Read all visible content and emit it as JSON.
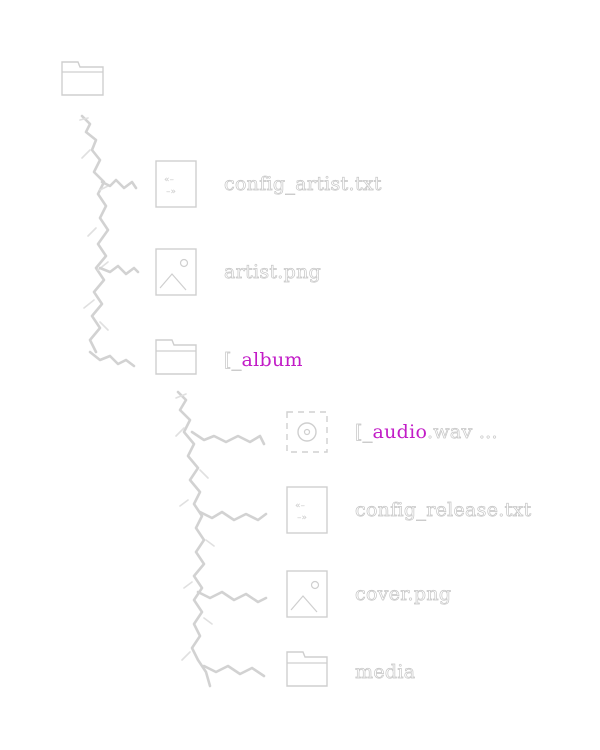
{
  "tree": {
    "root": {
      "icon": "folder-icon"
    },
    "nodes": [
      {
        "id": "config-artist",
        "icon": "text-file-icon",
        "prefix": "",
        "highlight": "",
        "text": "config_artist.txt"
      },
      {
        "id": "artist-png",
        "icon": "image-file-icon",
        "prefix": "",
        "highlight": "",
        "text": "artist.png"
      },
      {
        "id": "album",
        "icon": "folder-icon",
        "prefix": "[_",
        "highlight": "album",
        "text": ""
      },
      {
        "id": "audio-wav",
        "icon": "audio-file-icon",
        "prefix": "[_",
        "highlight": "audio",
        "text": ".wav ..."
      },
      {
        "id": "config-release",
        "icon": "text-file-icon",
        "prefix": "",
        "highlight": "",
        "text": "config_release.txt"
      },
      {
        "id": "cover-png",
        "icon": "image-file-icon",
        "prefix": "",
        "highlight": "",
        "text": "cover.png"
      },
      {
        "id": "media",
        "icon": "folder-icon",
        "prefix": "",
        "highlight": "",
        "text": "media"
      }
    ],
    "colors": {
      "highlight": "#c21cc7",
      "branch": "#d2d2d2",
      "outline": "#c6c6c6"
    }
  }
}
